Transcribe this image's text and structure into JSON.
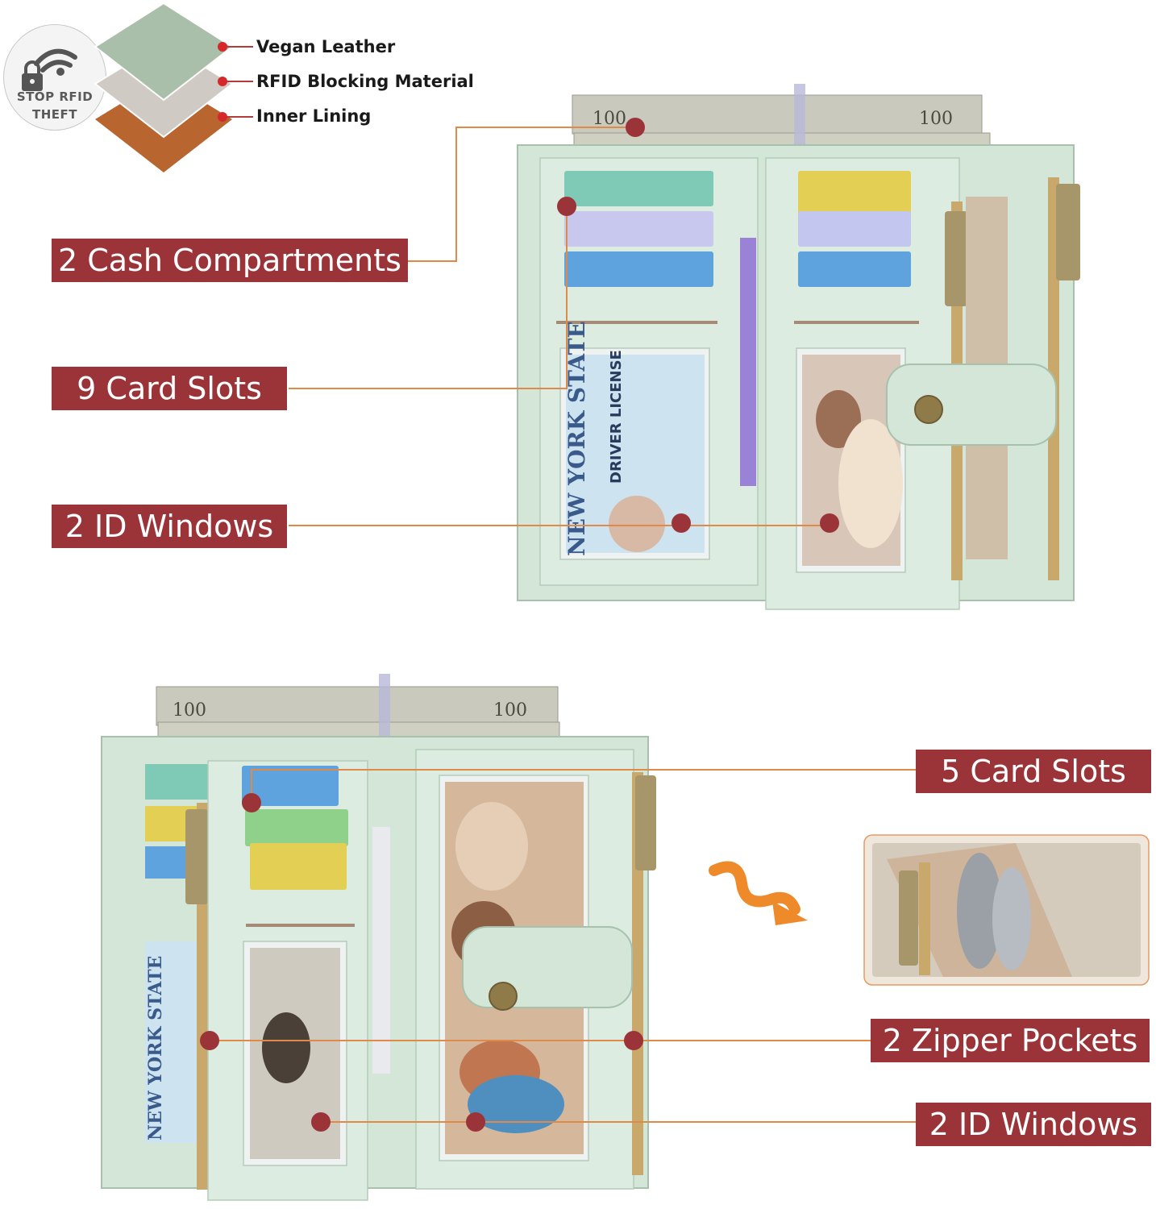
{
  "rfid_badge": {
    "line1": "STOP RFID",
    "line2": "THEFT",
    "icon": "lock-wifi-icon"
  },
  "materials": {
    "vegan_leather": "Vegan Leather",
    "rfid_material": "RFID Blocking Material",
    "inner_lining": "Inner Lining"
  },
  "top_labels": {
    "cash": "2 Cash Compartments",
    "card_slots": "9 Card Slots",
    "id_windows": "2 ID Windows"
  },
  "bottom_labels": {
    "card_slots": "5 Card Slots",
    "zipper_pockets": "2 Zipper Pockets",
    "id_windows": "2 ID Windows"
  },
  "colors": {
    "label_bg": "#9b3439",
    "leader_line": "#e08a4a",
    "dot": "#9b3439",
    "wallet_mint": "#cfe3d3",
    "arrow": "#ee8a2a"
  }
}
